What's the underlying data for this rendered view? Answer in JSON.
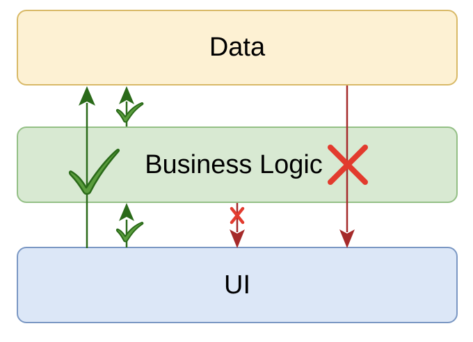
{
  "layers": {
    "data": {
      "label": "Data"
    },
    "business_logic": {
      "label": "Business Logic"
    },
    "ui": {
      "label": "UI"
    }
  },
  "colors": {
    "allowed": "#2a6a19",
    "check_fill": "#5a9d3d",
    "forbidden_arrow": "#a52a2a",
    "forbidden_cross": "#e23b2e"
  }
}
